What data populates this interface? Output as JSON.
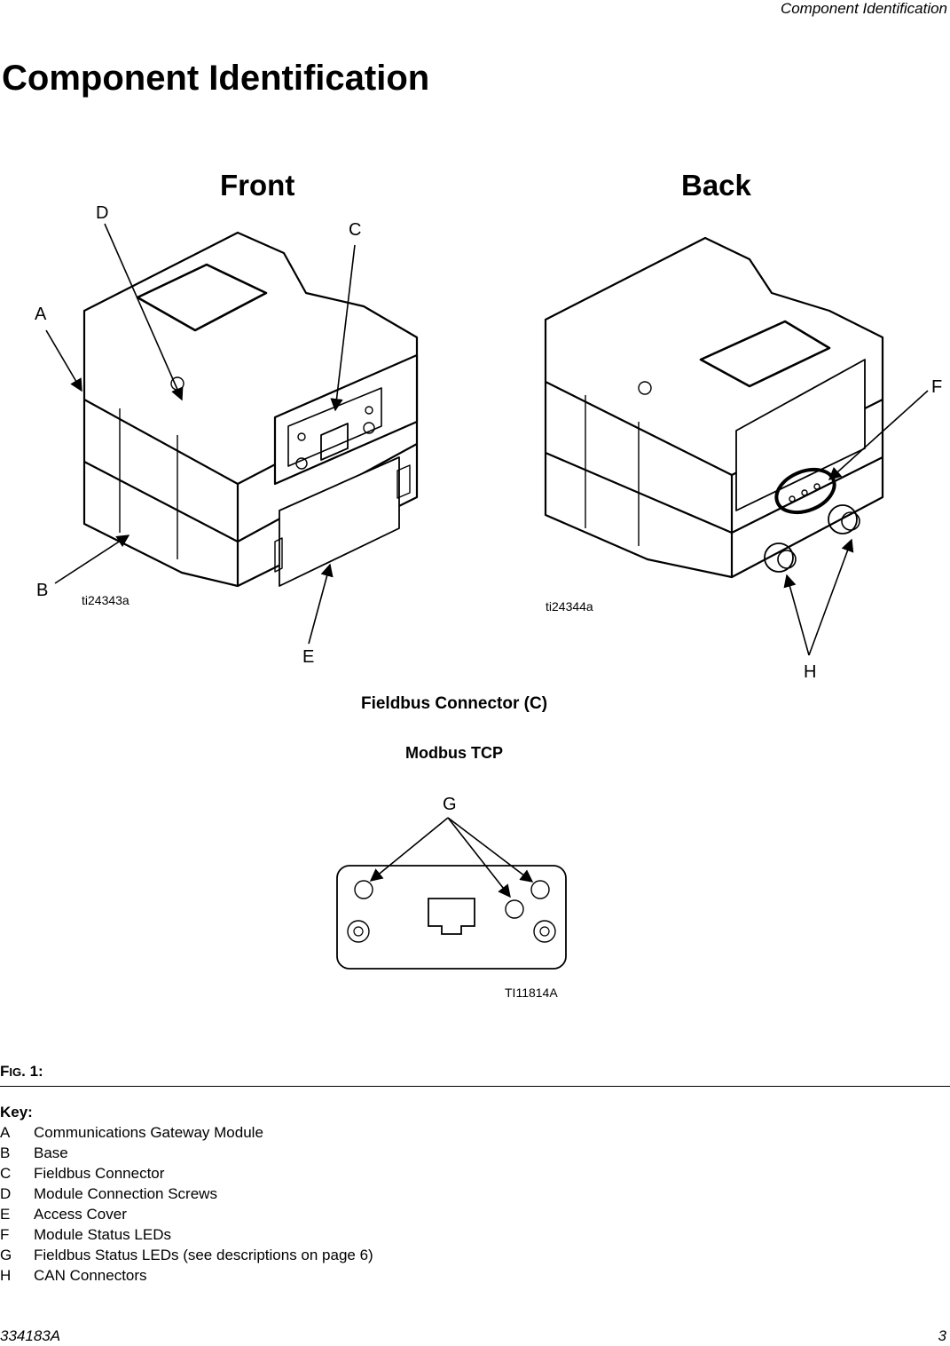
{
  "header": {
    "running_title": "Component Identification"
  },
  "page_title": "Component Identification",
  "figure": {
    "front_label": "Front",
    "back_label": "Back",
    "callouts": {
      "A": "A",
      "B": "B",
      "C": "C",
      "D": "D",
      "E": "E",
      "F": "F",
      "G": "G",
      "H": "H"
    },
    "front_id": "ti24343a",
    "back_id": "ti24344a",
    "connector_title": "Fieldbus Connector (C)",
    "protocol_title": "Modbus TCP",
    "connector_id": "TI11814A",
    "caption_prefix_first": "F",
    "caption_prefix_rest": "IG",
    "caption_number": ". 1:"
  },
  "key": {
    "heading": "Key:",
    "items": [
      {
        "letter": "A",
        "text": "Communications Gateway Module"
      },
      {
        "letter": "B",
        "text": "Base"
      },
      {
        "letter": "C",
        "text": "Fieldbus Connector"
      },
      {
        "letter": "D",
        "text": "Module Connection Screws"
      },
      {
        "letter": "E",
        "text": "Access Cover"
      },
      {
        "letter": "F",
        "text": "Module Status LEDs"
      },
      {
        "letter": "G",
        "text": "Fieldbus Status LEDs (see descriptions on page 6)"
      },
      {
        "letter": "H",
        "text": "CAN Connectors"
      }
    ]
  },
  "footer": {
    "doc_number": "334183A",
    "page_number": "3"
  }
}
